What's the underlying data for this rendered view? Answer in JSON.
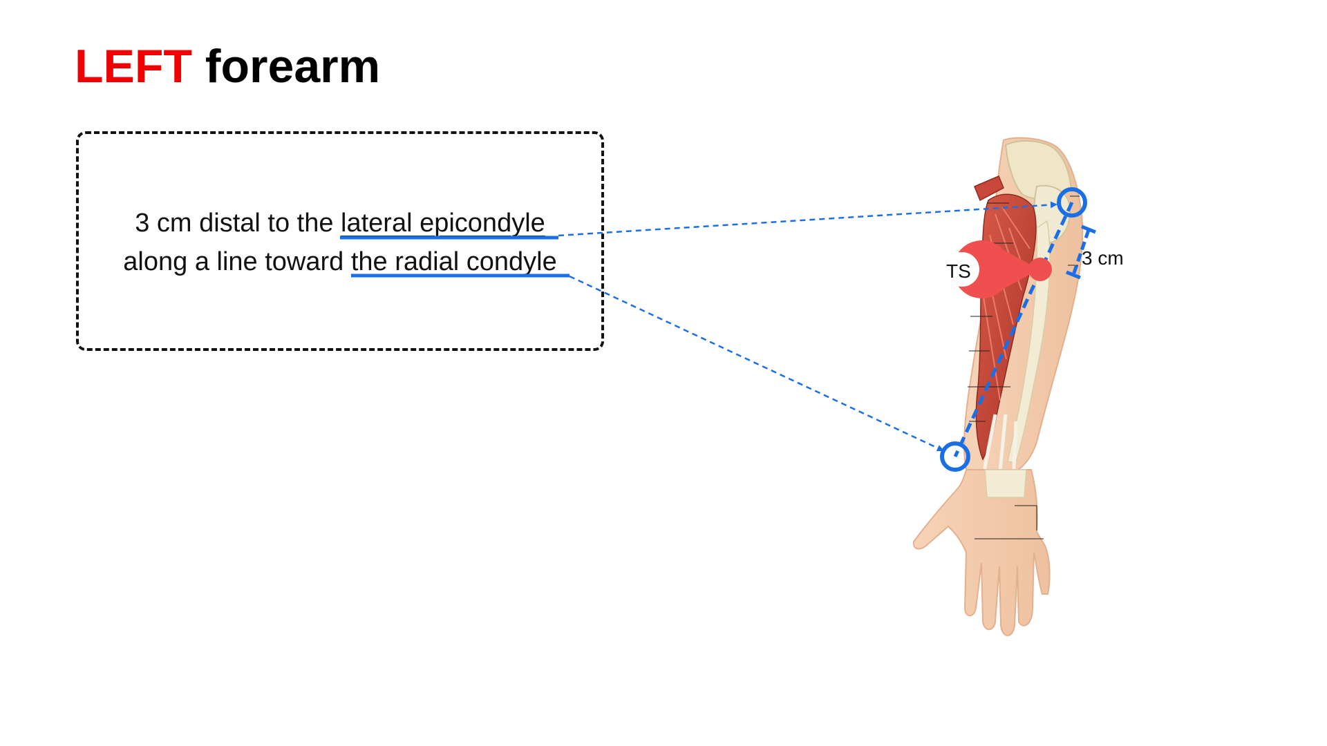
{
  "title": {
    "word_side": "LEFT",
    "word_part": "forearm",
    "side_color": "#f00000"
  },
  "instruction": {
    "line1_prefix": "3 cm distal to the ",
    "line1_landmark": "lateral epicondyle",
    "line2_prefix": "along a line toward ",
    "line2_landmark": "the radial condyle"
  },
  "diagram": {
    "measurement_label": "3 cm",
    "point_label": "TS",
    "illustration": "forearm-muscle-anatomy-illustration"
  },
  "colors": {
    "guide_blue": "#1a6fe6",
    "marker_red": "#ef4f4f",
    "muscle_red": "#c8473a",
    "skin": "#f3cdb0",
    "bone": "#efe6c8"
  }
}
